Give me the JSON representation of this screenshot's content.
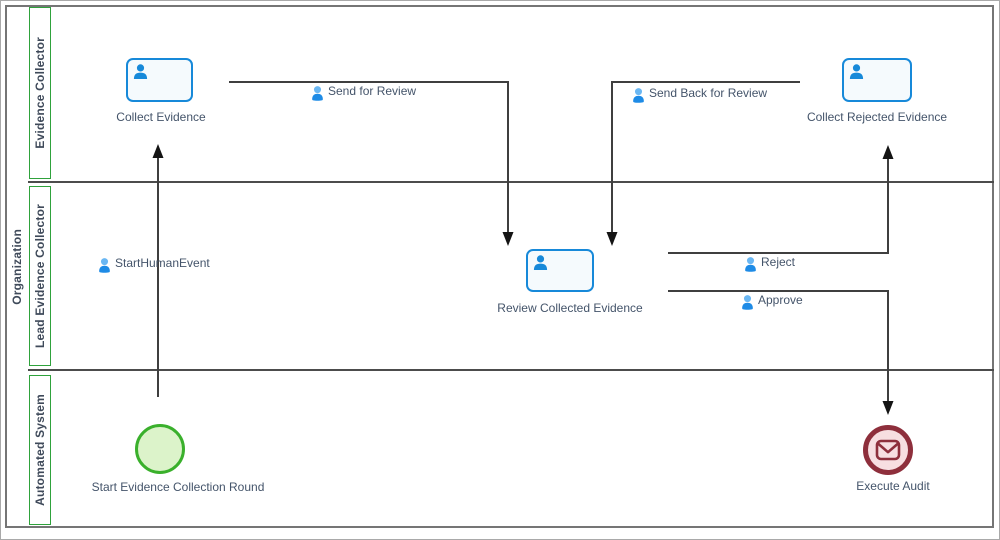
{
  "diagram": {
    "type": "bpmn-swimlane",
    "pool": {
      "label": "Organization"
    },
    "lanes": [
      {
        "label": "Evidence Collector"
      },
      {
        "label": "Lead Evidence Collector"
      },
      {
        "label": "Automated System"
      }
    ],
    "nodes": {
      "collect_evidence": {
        "label": "Collect Evidence",
        "type": "user-task"
      },
      "collect_rejected_evidence": {
        "label": "Collect Rejected Evidence",
        "type": "user-task"
      },
      "review_collected_evidence": {
        "label": "Review Collected Evidence",
        "type": "user-task"
      },
      "start_event": {
        "label": "Start Evidence Collection Round",
        "type": "start-event"
      },
      "execute_audit": {
        "label": "Execute Audit",
        "type": "message-end-event"
      }
    },
    "flows": {
      "start_human_event": {
        "label": "StartHumanEvent"
      },
      "send_for_review": {
        "label": "Send for Review"
      },
      "send_back_for_review": {
        "label": "Send Back for Review"
      },
      "reject": {
        "label": "Reject"
      },
      "approve": {
        "label": "Approve"
      }
    },
    "colors": {
      "task_border": "#1789d9",
      "task_fill": "#f5fafd",
      "person_icon_head": "#6ab7f3",
      "person_icon_body": "#1e8be6",
      "start_border": "#3ab02c",
      "start_fill": "#dcf3ca",
      "end_ring": "#8e2f3c",
      "end_fill": "#f7dee1",
      "lane_label_border": "#2fa23c",
      "pool_border": "#757575",
      "lane_divider": "#4c4c4c",
      "flow_line": "#3f3f3f",
      "label_text": "#44546a"
    }
  }
}
